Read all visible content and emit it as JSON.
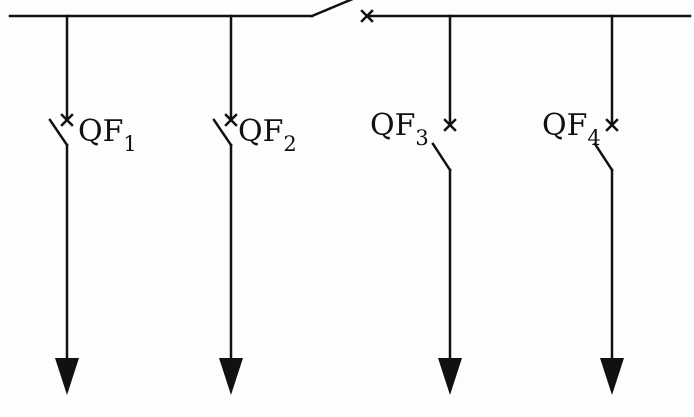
{
  "breakers": [
    {
      "label": "QF",
      "subscript": "1"
    },
    {
      "label": "QF",
      "subscript": "2"
    },
    {
      "label": "QF",
      "subscript": "3"
    },
    {
      "label": "QF",
      "subscript": "4"
    }
  ],
  "colors": {
    "line": "#111111",
    "background": "#fdfdfd"
  }
}
